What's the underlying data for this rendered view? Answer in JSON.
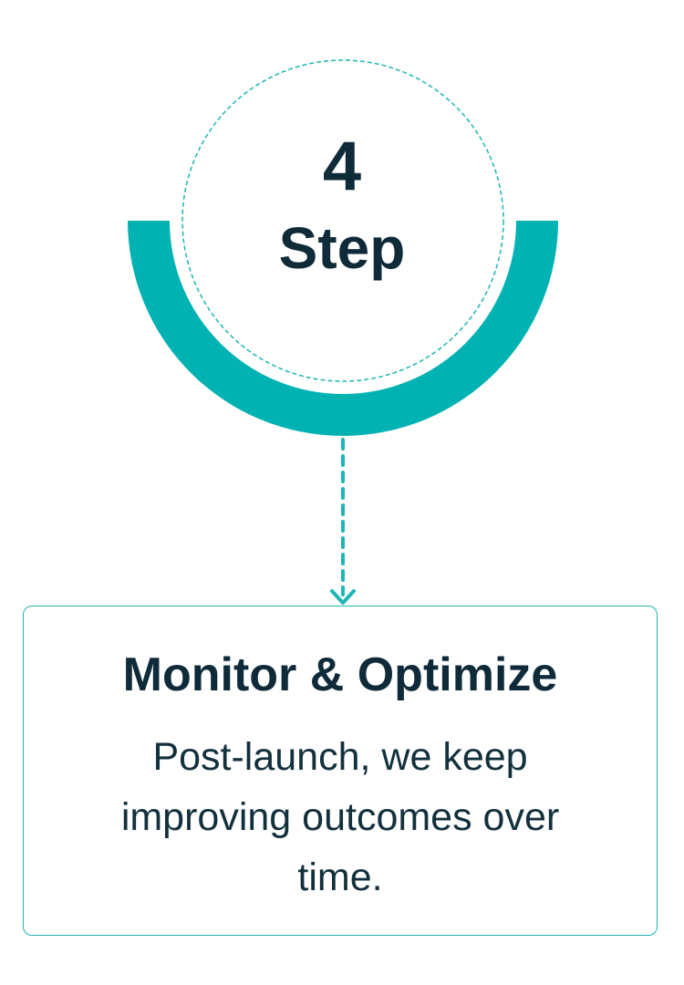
{
  "step": {
    "number": "4",
    "label": "Step"
  },
  "card": {
    "title": "Monitor & Optimize",
    "description": "Post-launch, we keep improving outcomes over time."
  },
  "colors": {
    "accent": "#00b2b2",
    "text": "#0f2a38"
  }
}
